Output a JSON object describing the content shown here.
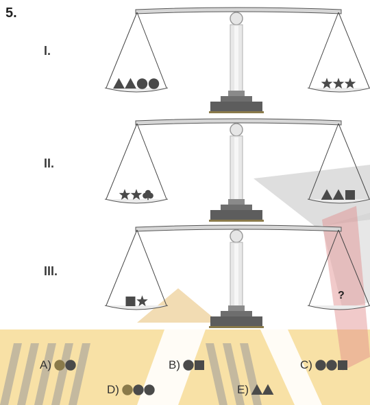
{
  "question_number": "5.",
  "scales": [
    {
      "label": "I.",
      "left_pan": [
        "triangle",
        "triangle",
        "circle",
        "circle"
      ],
      "right_pan": [
        "star",
        "star",
        "star"
      ]
    },
    {
      "label": "II.",
      "left_pan": [
        "star",
        "star",
        "clover"
      ],
      "right_pan": [
        "triangle",
        "triangle",
        "square"
      ]
    },
    {
      "label": "III.",
      "left_pan": [
        "square",
        "star"
      ],
      "right_pan": [],
      "right_pan_text": "?"
    }
  ],
  "options": [
    {
      "letter": "A)",
      "shapes": [
        "circle",
        "circle"
      ]
    },
    {
      "letter": "B)",
      "shapes": [
        "circle",
        "square"
      ]
    },
    {
      "letter": "C)",
      "shapes": [
        "circle",
        "circle",
        "square"
      ]
    },
    {
      "letter": "D)",
      "shapes": [
        "circle",
        "circle",
        "circle"
      ]
    },
    {
      "letter": "E)",
      "shapes": [
        "triangle",
        "triangle"
      ]
    }
  ],
  "colors": {
    "shape_dark": "#4a4a4a",
    "shape_olive": "#8a7a4a",
    "banner_yellow": "#f5d58a",
    "banner_red": "#e8a0a0",
    "banner_gray": "#b8b8b8"
  }
}
